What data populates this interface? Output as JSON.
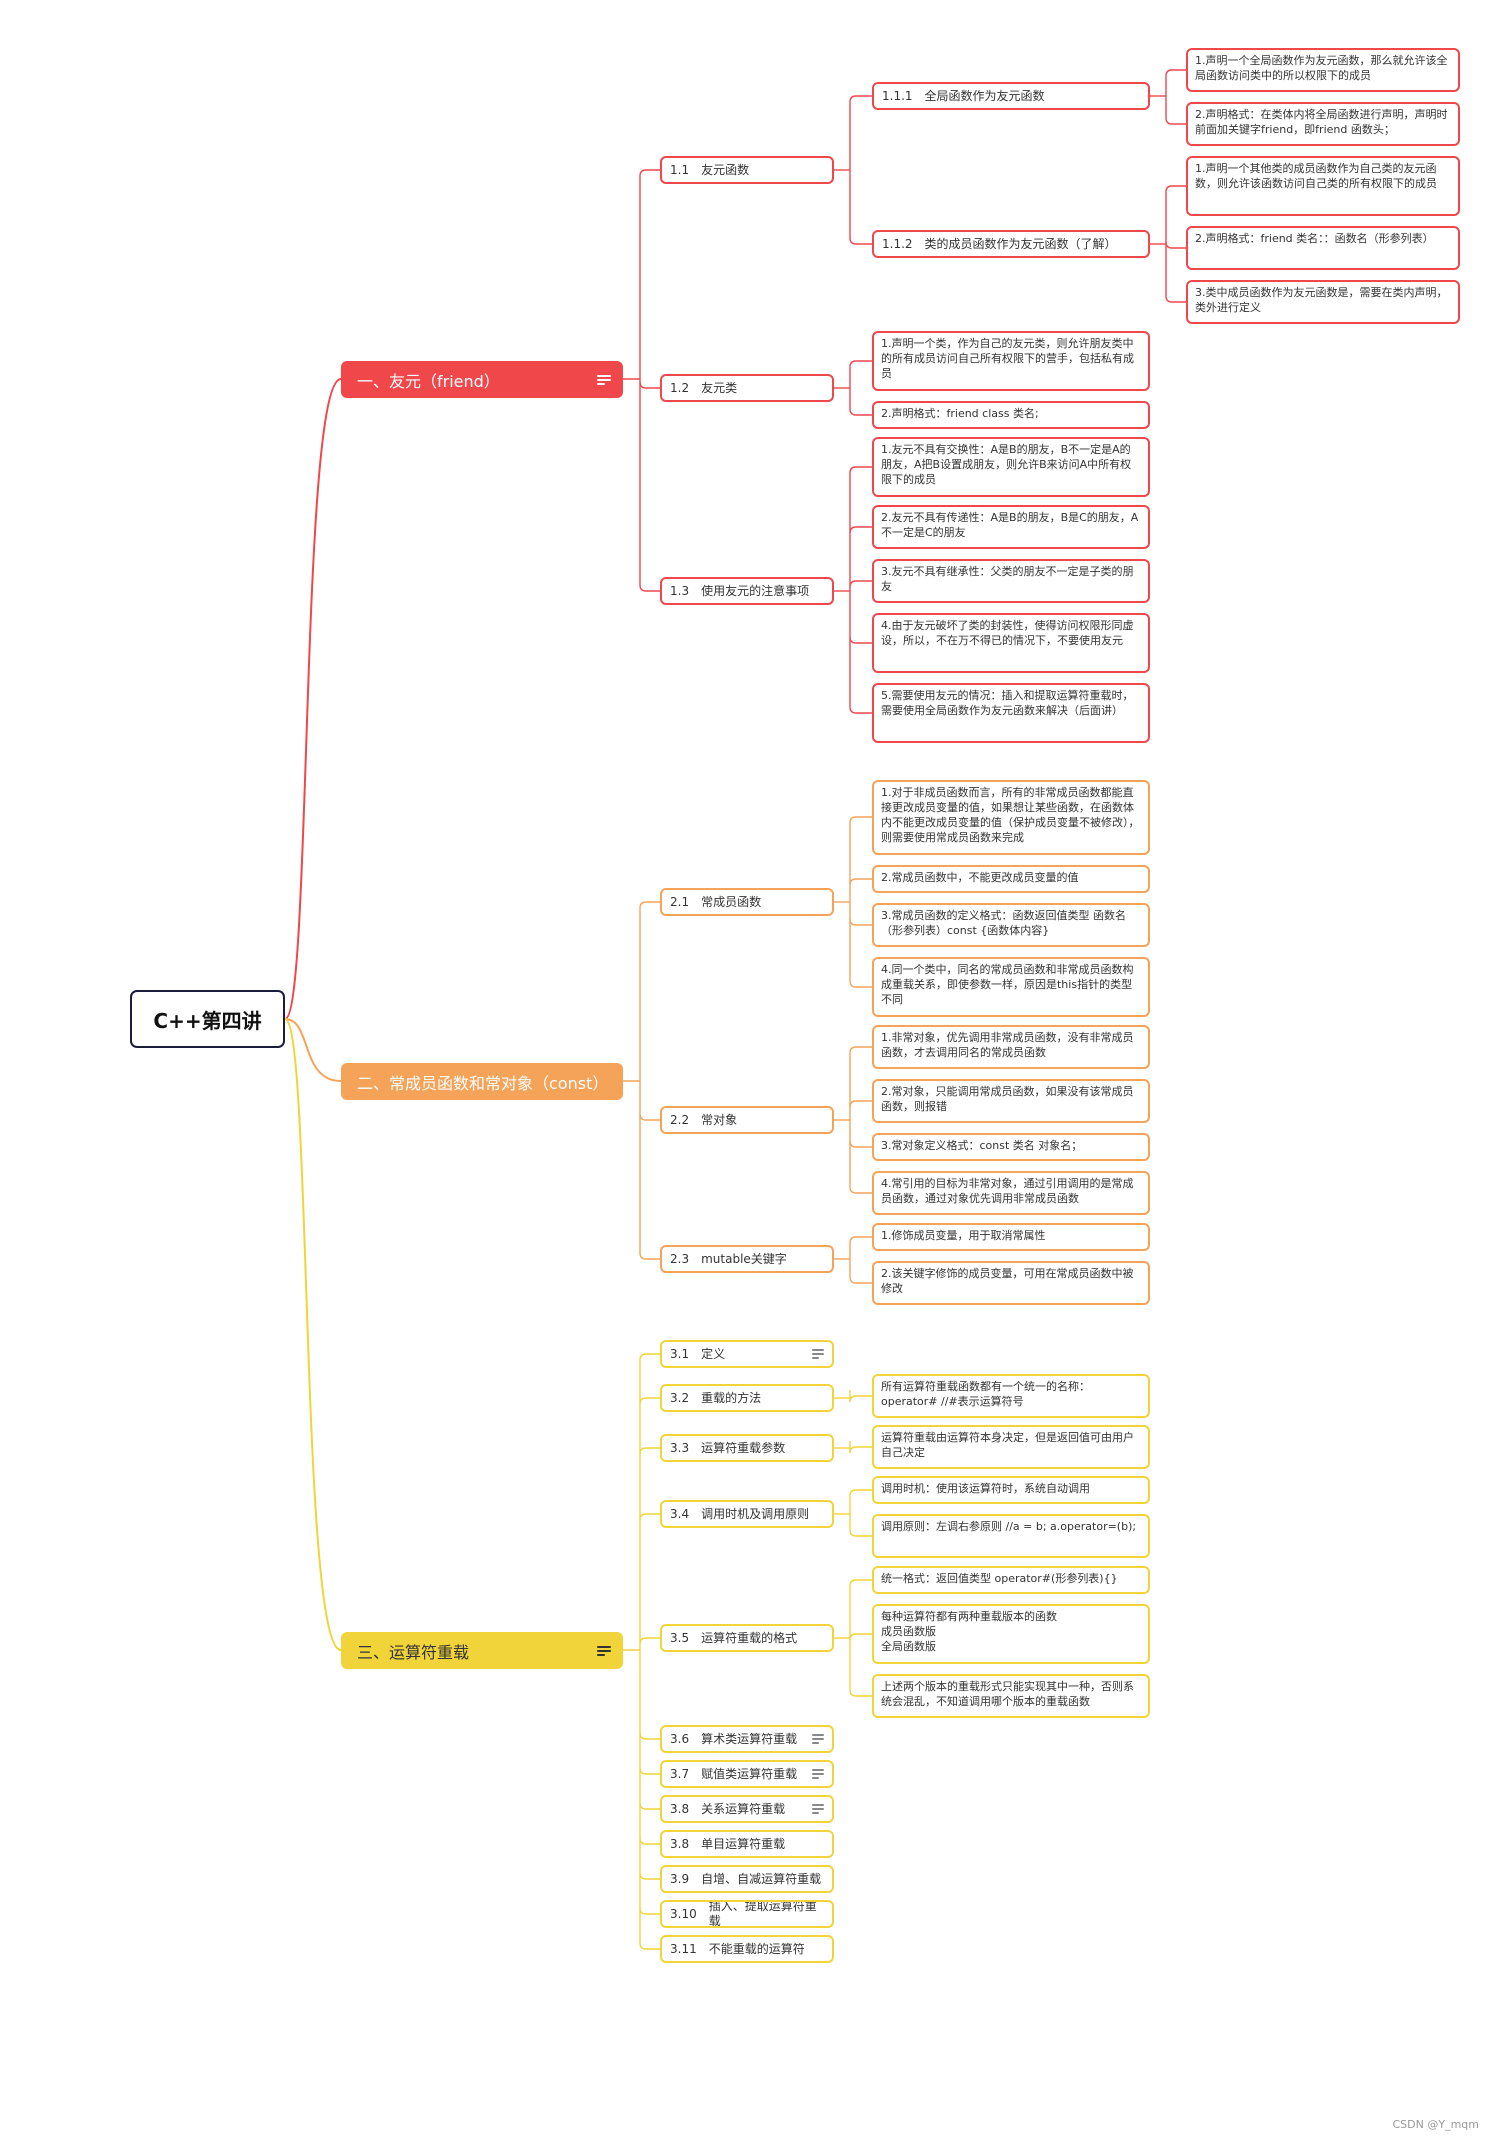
{
  "root": {
    "title": "C++第四讲"
  },
  "colors": {
    "red": "#f0474b",
    "orange": "#f6a35a",
    "yellow": "#f1d43a",
    "root_border": "#1b1d3a"
  },
  "branches": {
    "b1": {
      "label": "一、友元（friend）"
    },
    "b2": {
      "label": "二、常成员函数和常对象（const）"
    },
    "b3": {
      "label": "三、运算符重载"
    }
  },
  "sections": {
    "s11": {
      "num": "1.1",
      "label": "友元函数"
    },
    "s12": {
      "num": "1.2",
      "label": "友元类"
    },
    "s13": {
      "num": "1.3",
      "label": "使用友元的注意事项"
    },
    "s21": {
      "num": "2.1",
      "label": "常成员函数"
    },
    "s22": {
      "num": "2.2",
      "label": "常对象"
    },
    "s23": {
      "num": "2.3",
      "label": "mutable关键字"
    },
    "s31": {
      "num": "3.1",
      "label": "定义"
    },
    "s32": {
      "num": "3.2",
      "label": "重载的方法"
    },
    "s33": {
      "num": "3.3",
      "label": "运算符重载参数"
    },
    "s34": {
      "num": "3.4",
      "label": "调用时机及调用原则"
    },
    "s35": {
      "num": "3.5",
      "label": "运算符重载的格式"
    },
    "s36": {
      "num": "3.6",
      "label": "算术类运算符重载"
    },
    "s37": {
      "num": "3.7",
      "label": "赋值类运算符重载"
    },
    "s38a": {
      "num": "3.8",
      "label": "关系运算符重载"
    },
    "s38b": {
      "num": "3.8",
      "label": "单目运算符重载"
    },
    "s39": {
      "num": "3.9",
      "label": "自增、自减运算符重载"
    },
    "s310": {
      "num": "3.10",
      "label": "插入、提取运算符重载"
    },
    "s311": {
      "num": "3.11",
      "label": "不能重载的运算符"
    }
  },
  "subsections": {
    "s111": {
      "num": "1.1.1",
      "label": "全局函数作为友元函数"
    },
    "s112": {
      "num": "1.1.2",
      "label": "类的成员函数作为友元函数（了解）"
    }
  },
  "notes": {
    "n111a": "1.声明一个全局函数作为友元函数，那么就允许该全局函数访问类中的所以权限下的成员",
    "n111b": "2.声明格式：在类体内将全局函数进行声明，声明时前面加关键字friend，即friend 函数头；",
    "n112a": "1.声明一个其他类的成员函数作为自己类的友元函数，则允许该函数访问自己类的所有权限下的成员",
    "n112b": "2.声明格式：friend 类名：：函数名（形参列表）",
    "n112c": "3.类中成员函数作为友元函数是，需要在类内声明，类外进行定义",
    "n12a": "1.声明一个类，作为自己的友元类，则允许朋友类中的所有成员访问自己所有权限下的营手，包括私有成员",
    "n12b": "2.声明格式：friend  class  类名;",
    "n13a": "1.友元不具有交换性：A是B的朋友，B不一定是A的朋友，A把B设置成朋友，则允许B来访问A中所有权限下的成员",
    "n13b": "2.友元不具有传递性：A是B的朋友，B是C的朋友，A不一定是C的朋友",
    "n13c": "3.友元不具有继承性：父类的朋友不一定是子类的朋友",
    "n13d": "4.由于友元破坏了类的封装性，使得访问权限形同虚设，所以，不在万不得已的情况下，不要使用友元",
    "n13e": "5.需要使用友元的情况：插入和提取运算符重载时，需要使用全局函数作为友元函数来解决（后面讲）",
    "n21a": "1.对于非成员函数而言，所有的非常成员函数都能直接更改成员变量的值，如果想让某些函数，在函数体内不能更改成员变量的值（保护成员变量不被修改），则需要使用常成员函数来完成",
    "n21b": "2.常成员函数中，不能更改成员变量的值",
    "n21c": "3.常成员函数的定义格式：函数返回值类型  函数名（形参列表）const {函数体内容}",
    "n21d": "4.同一个类中，同名的常成员函数和非常成员函数构成重载关系，即使参数一样，原因是this指针的类型不同",
    "n22a": "1.非常对象，优先调用非常成员函数，没有非常成员函数，才去调用同名的常成员函数",
    "n22b": "2.常对象，只能调用常成员函数，如果没有该常成员函数，则报错",
    "n22c": "3.常对象定义格式：const  类名  对象名；",
    "n22d": "4.常引用的目标为非常对象，通过引用调用的是常成员函数，通过对象优先调用非常成员函数",
    "n23a": "1.修饰成员变量，用于取消常属性",
    "n23b": "2.该关键字修饰的成员变量，可用在常成员函数中被修改",
    "n32": "所有运算符重载函数都有一个统一的名称：operator#     //#表示运算符号",
    "n33": "运算符重载由运算符本身决定，但是返回值可由用户自己决定",
    "n34a": "调用时机：使用该运算符时，系统自动调用",
    "n34b": "调用原则：左调右参原则            //a = b;     a.operator=(b);",
    "n35a": "统一格式：返回值类型    operator#(形参列表){}",
    "n35b": "每种运算符都有两种重载版本的函数\n成员函数版\n全局函数版",
    "n35c": "上述两个版本的重载形式只能实现其中一种，否则系统会混乱，不知道调用哪个版本的重载函数"
  },
  "watermark": "CSDN @Y_mqm"
}
